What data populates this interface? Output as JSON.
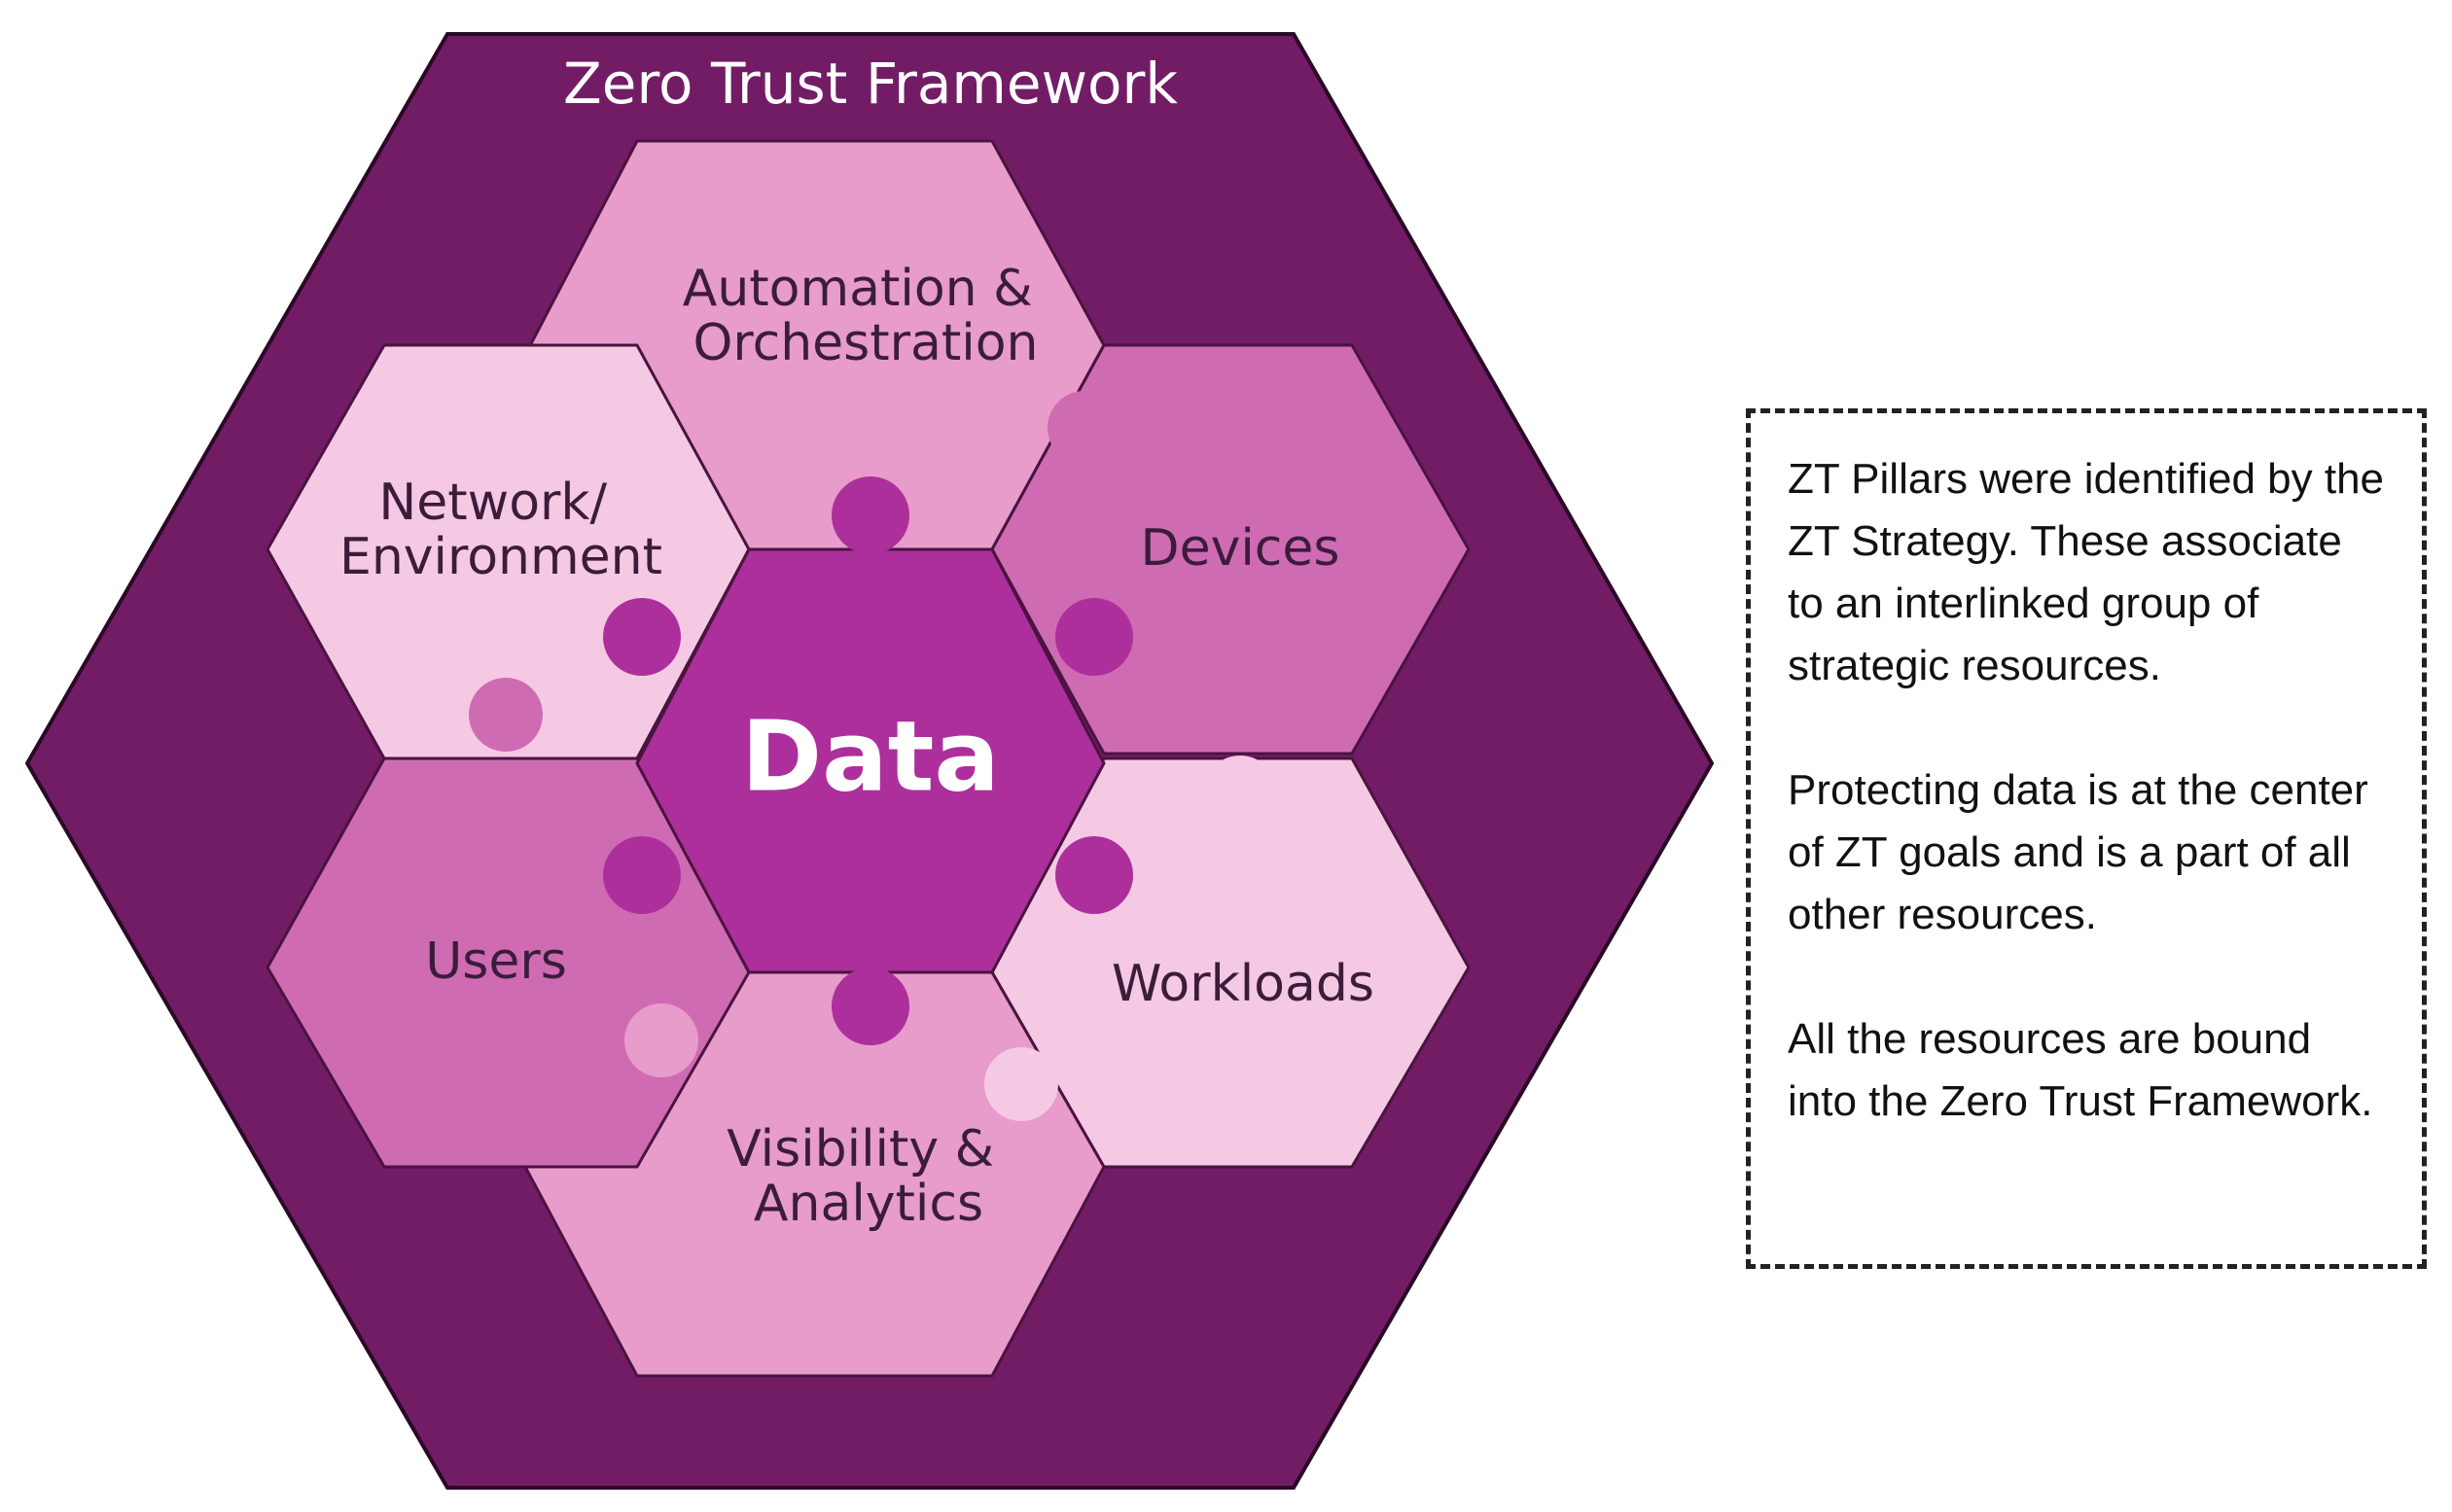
{
  "diagram": {
    "title": "Zero Trust Framework",
    "center": "Data",
    "pillars": {
      "automation": [
        "Automation &",
        "Orchestration"
      ],
      "devices": [
        "Devices"
      ],
      "workloads": [
        "Workloads"
      ],
      "visibility": [
        "Visibility &",
        "Analytics"
      ],
      "users": [
        "Users"
      ],
      "network": [
        "Network/",
        "Environment"
      ]
    },
    "colors": {
      "outer": "#731c66",
      "center": "#ad2f9b",
      "automation": "#e79ccb",
      "devices": "#cf6bb3",
      "workloads": "#f5c9e3",
      "visibility": "#e79ccb",
      "users": "#cf6bb3",
      "network": "#f5c9e3"
    }
  },
  "note": {
    "paragraphs": [
      "ZT Pillars were identified by the ZT Strategy. These associate to an interlinked group of  strategic resources.",
      "Protecting data is at the center of ZT goals and is a part of all other resources.",
      "All the resources are bound into the Zero Trust Framework."
    ]
  }
}
